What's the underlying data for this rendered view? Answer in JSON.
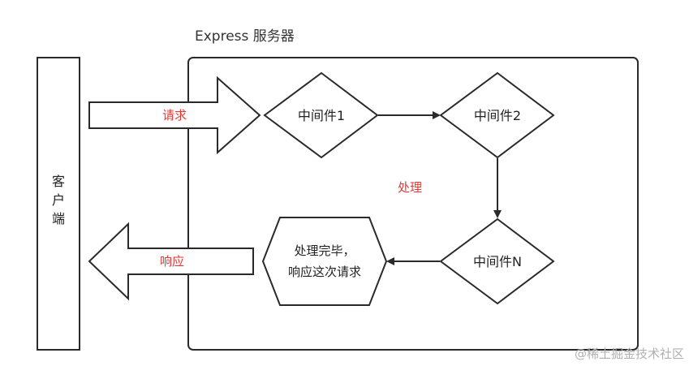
{
  "diagram": {
    "title": "Express 服务器",
    "client_label": "客户端",
    "request_label": "请求",
    "response_label": "响应",
    "processing_label": "处理",
    "middleware": [
      "中间件1",
      "中间件2",
      "中间件N"
    ],
    "final_lines": [
      "处理完毕，",
      "响应这次请求"
    ]
  },
  "watermark": "@稀土掘金技术社区",
  "colors": {
    "accent_text": "#e53935",
    "stroke": "#2a2a2a"
  }
}
